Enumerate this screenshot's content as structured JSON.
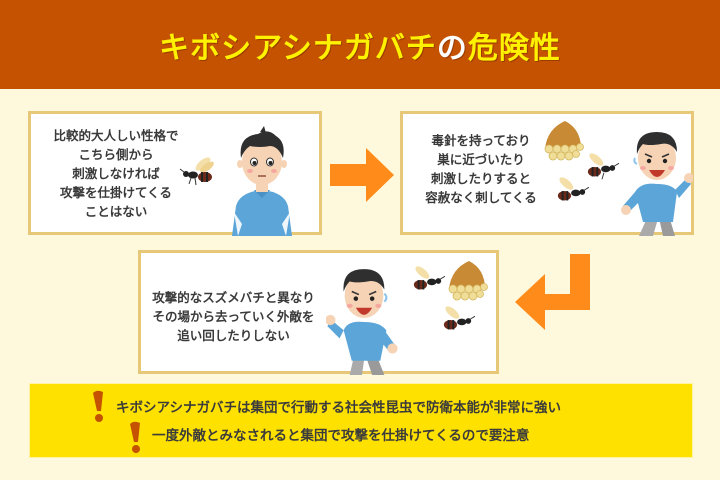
{
  "header": {
    "title_part1": "キボシアシナガバチ",
    "title_part2": "の",
    "title_part3": "危険性",
    "background": "#c45200",
    "title_color": "#fff200"
  },
  "panels": [
    {
      "lines": [
        "比較的大人しい性格で",
        "こちら側から",
        "刺激しなければ",
        "攻撃を仕掛けてくる",
        "ことはない"
      ],
      "illustration": [
        "wasp",
        "calm-boy"
      ]
    },
    {
      "lines": [
        "毒針を持っており",
        "巣に近づいたり",
        "刺激したりすると",
        "容赦なく刺してくる"
      ],
      "illustration": [
        "wasp-nest",
        "wasp",
        "wasp",
        "fleeing-boy"
      ]
    },
    {
      "lines": [
        "攻撃的なスズメバチと異なり",
        "その場から去っていく外敵を",
        "追い回したりしない"
      ],
      "illustration": [
        "fleeing-boy",
        "wasp",
        "wasp-nest",
        "wasp"
      ]
    }
  ],
  "arrows": {
    "color": "#ff8c1a",
    "first": "arrow-right",
    "second": "arrow-return-left"
  },
  "notice": {
    "background": "#ffe100",
    "exclamation_color": "#c45200",
    "lines": [
      "キボシアシナガバチは集団で行動する社会性昆虫で防衛本能が非常に強い",
      "一度外敵とみなされると集団で攻撃を仕掛けてくるので要注意"
    ]
  }
}
